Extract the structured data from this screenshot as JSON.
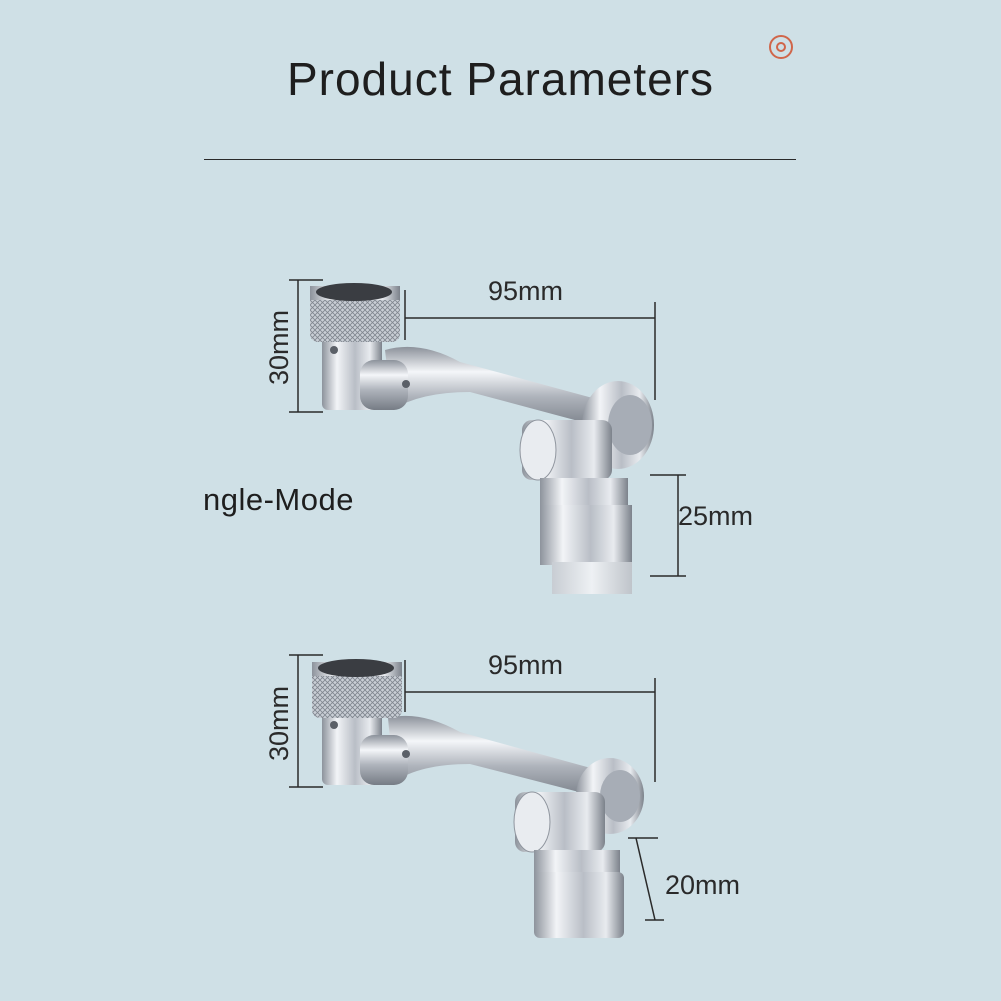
{
  "header": {
    "title": "Product Parameters"
  },
  "mode_label": "ngle-Mode",
  "diagram_top": {
    "width_label": "95mm",
    "height_label": "30mm",
    "spout_label": "25mm"
  },
  "diagram_bottom": {
    "width_label": "95mm",
    "height_label": "30mm",
    "spout_label": "20mm"
  },
  "colors": {
    "background": "#cfe0e6",
    "accent_icon": "#d0664a",
    "chrome": "#c8ccd4"
  }
}
